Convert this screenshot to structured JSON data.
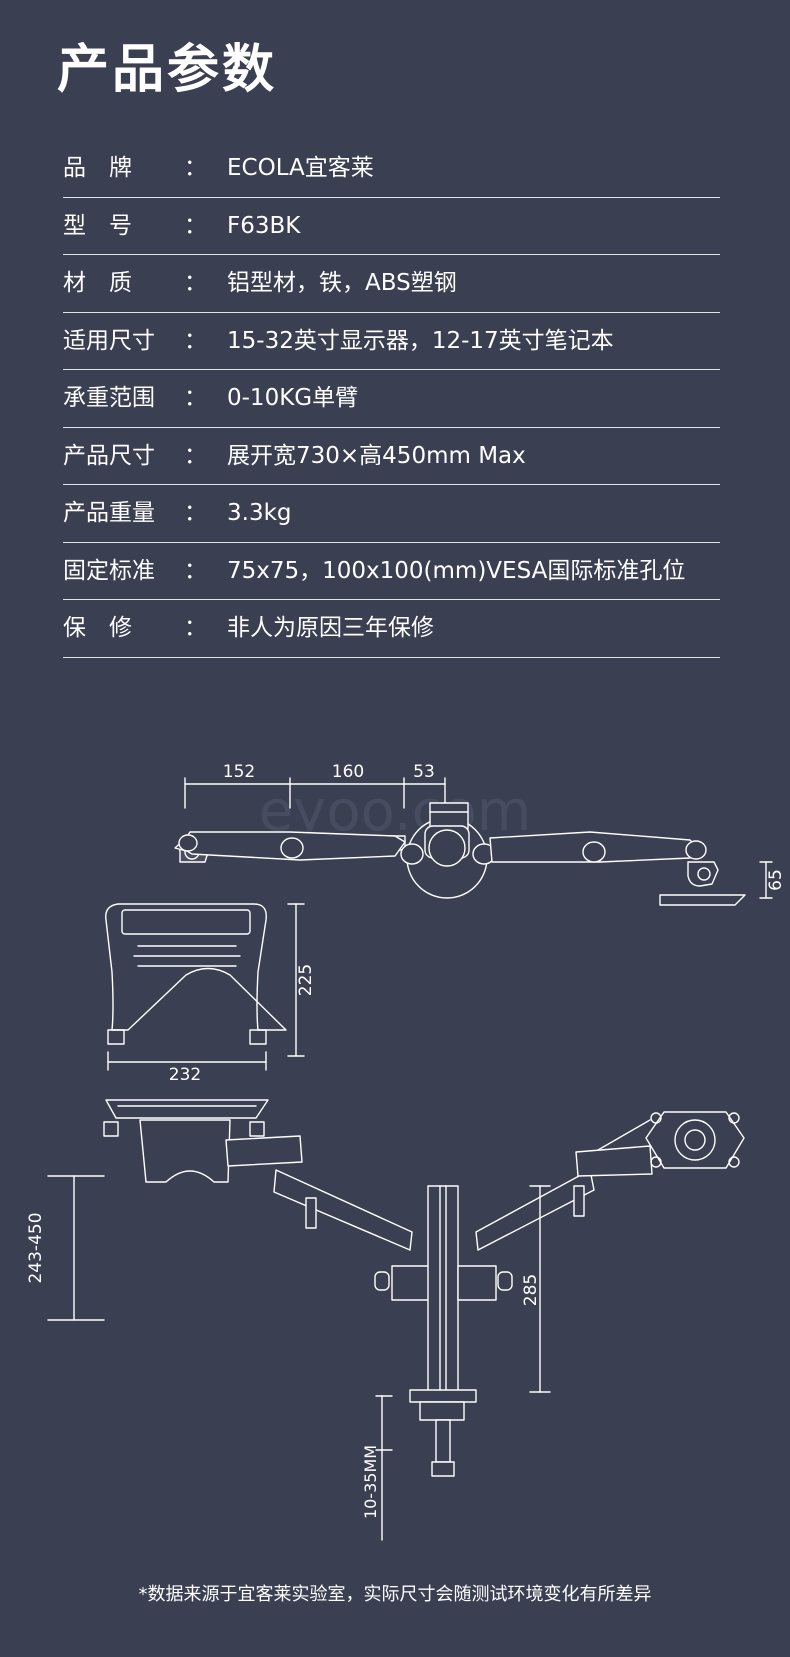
{
  "title": "产品参数",
  "specs": [
    {
      "label": "品　牌",
      "value": "ECOLA宜客莱"
    },
    {
      "label": "型　号",
      "value": "F63BK"
    },
    {
      "label": "材　质",
      "value": "铝型材，铁，ABS塑钢"
    },
    {
      "label": "适用尺寸",
      "value": "15-32英寸显示器，12-17英寸笔记本"
    },
    {
      "label": "承重范围",
      "value": "0-10KG单臂"
    },
    {
      "label": "产品尺寸",
      "value": "展开宽730×高450mm Max"
    },
    {
      "label": "产品重量",
      "value": "3.3kg"
    },
    {
      "label": "固定标准",
      "value": "75x75，100x100(mm)VESA国际标准孔位"
    },
    {
      "label": "保　修",
      "value": "非人为原因三年保修"
    }
  ],
  "colon": "：",
  "dimensions": {
    "d152": "152",
    "d160": "160",
    "d53": "53",
    "d65": "65",
    "d225": "225",
    "d232": "232",
    "d243_450": "243-450",
    "d285": "285",
    "d10_35": "10-35MM"
  },
  "watermark": "eyoo.com",
  "footnote": "*数据来源于宜客莱实验室，实际尺寸会随测试环境变化有所差异",
  "colors": {
    "background": "#3b3f52",
    "line": "#e2e3e8"
  }
}
